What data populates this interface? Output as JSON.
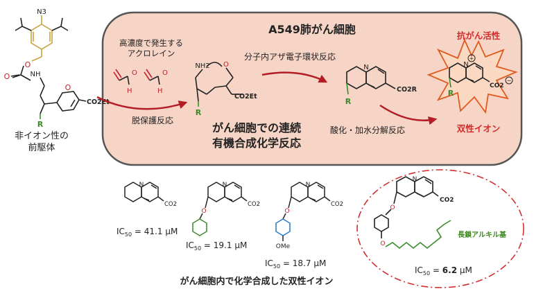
{
  "cell": {
    "title": "A549肺がん細胞",
    "fill": "#f6d4c6",
    "stroke": "#555555"
  },
  "precursor": {
    "label_line1": "非イオン性の",
    "label_line2": "前駆体",
    "atoms": {
      "n3": "N3",
      "nh": "NH",
      "o_carbonyl": "O",
      "o_ester": "O",
      "o_pyran": "O",
      "r": "R",
      "ester": "CO2Et"
    }
  },
  "acrolein": {
    "label_line1": "高濃度で発生する",
    "label_line2": "アクロレイン",
    "atoms": {
      "o": "O",
      "h": "H"
    }
  },
  "steps": {
    "deprotection": "脱保護反応",
    "aza_electrocyclization": "分子内アザ電子環状反応",
    "oxidation_hydrolysis": "酸化・加水分解反応"
  },
  "intermediate": {
    "atoms": {
      "nh2": "NH2",
      "o": "O",
      "r": "R",
      "ester": "CO2Et"
    }
  },
  "quinolizine": {
    "atoms": {
      "n": "N",
      "r": "R",
      "ester": "CO2R"
    }
  },
  "zwitterion": {
    "anticancer_label": "抗がん活性",
    "zwitterion_label": "双性イオン",
    "atoms": {
      "n": "N",
      "plus": "+",
      "r": "R",
      "carboxylate": "CO2",
      "minus": "−"
    }
  },
  "center_caption": {
    "line1": "がん細胞での連続",
    "line2": "有機合成化学反応"
  },
  "compounds": [
    {
      "ic50_prefix": "IC",
      "ic50_sub": "50",
      "ic50_value": " = 41.1 μM",
      "o_label": "",
      "ome": ""
    },
    {
      "ic50_prefix": "IC",
      "ic50_sub": "50",
      "ic50_value": " = 19.1 μM",
      "o_label": "O",
      "ome": ""
    },
    {
      "ic50_prefix": "IC",
      "ic50_sub": "50",
      "ic50_value": " = 18.7 μM",
      "o_label": "O",
      "ome": "OMe"
    },
    {
      "ic50_prefix": "IC",
      "ic50_sub": "50",
      "ic50_value": " = ",
      "ic50_bold": "6.2",
      "ic50_unit": " μM",
      "o_label": "O",
      "o2_label": "O",
      "chain_label": "長鎖アルキル基"
    }
  ],
  "bottom_caption": "がん細胞内で化学合成した双性イオン",
  "colors": {
    "arrow": "#b21e24",
    "orange_atom": "#c8a23a",
    "red_atom": "#c0242c",
    "blue_atom": "#2a7cc7",
    "green_atom": "#3a8a2a",
    "burst_fill": "#fbd8c2",
    "burst_stroke": "#e05a20",
    "red_text": "#d42a2a",
    "green_text": "#3d8a1e",
    "highlight_circle": "#d32f2f"
  },
  "icons": [
    "starburst-icon",
    "reaction-arrow-icon",
    "dashed-circle-icon"
  ]
}
